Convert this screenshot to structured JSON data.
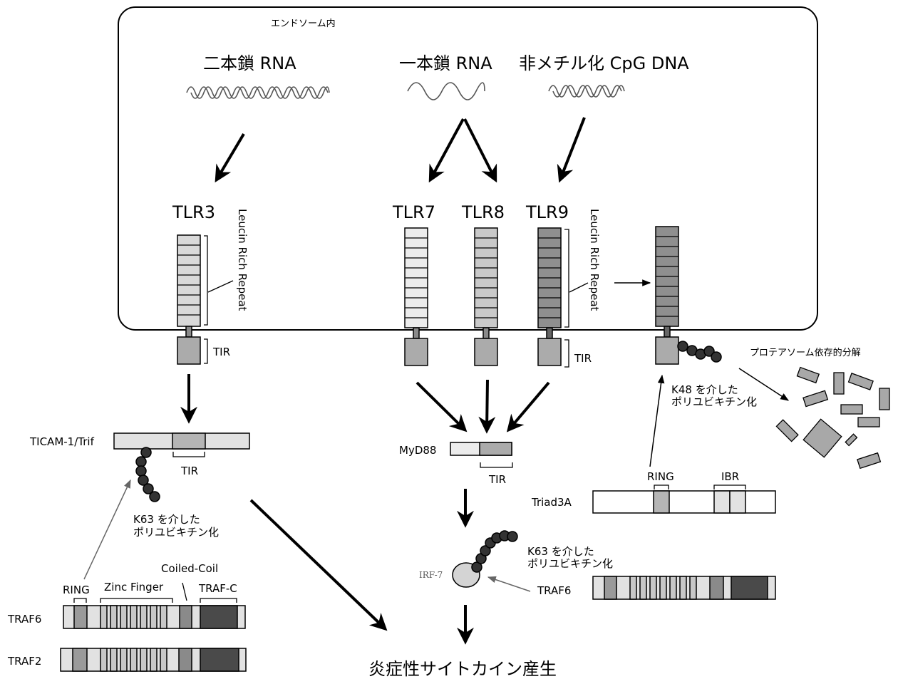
{
  "endosome_label": "エンドソーム内",
  "ligands": {
    "dsrna": "二本鎖 RNA",
    "ssrna": "一本鎖 RNA",
    "cpg": "非メチル化 CpG DNA"
  },
  "receptors": {
    "tlr3": "TLR3",
    "tlr7": "TLR7",
    "tlr8": "TLR8",
    "tlr9": "TLR9"
  },
  "domains": {
    "lrr_left": "Leucin Rich Repeat",
    "lrr_right": "Leucin Rich Repeat",
    "tir_tlr3": "TIR",
    "tir_tlr9": "TIR",
    "tir_trif": "TIR",
    "tir_myd88": "TIR"
  },
  "adaptors": {
    "trif": "TICAM-1/Trif",
    "myd88": "MyD88"
  },
  "ubiquitination": {
    "k63_left": [
      "K63 を介した",
      "ポリユビキチン化"
    ],
    "k63_right": [
      "K63 を介した",
      "ポリユビキチン化"
    ],
    "k48": [
      "K48 を介した",
      "ポリユビキチン化"
    ]
  },
  "degradation_label": "プロテアソーム依存的分解",
  "triad3a": {
    "label": "Triad3A",
    "ring": "RING",
    "ibr": "IBR"
  },
  "traf_domains": {
    "ring": "RING",
    "zinc_finger": "Zinc Finger",
    "coiled_coil": "Coiled-Coil",
    "traf_c": "TRAF-C"
  },
  "traf": {
    "traf6_left": "TRAF6",
    "traf2": "TRAF2",
    "traf6_right": "TRAF6"
  },
  "irf7": "IRF-7",
  "output": "炎症性サイトカイン産生",
  "colors": {
    "tlr3": "#d9d9d9",
    "tlr7": "#ececec",
    "tlr8": "#c9c9c9",
    "tlr9": "#8f8f8f",
    "tir": "#ababab",
    "bead": "#333333",
    "dark_domain": "#4a4a4a"
  }
}
